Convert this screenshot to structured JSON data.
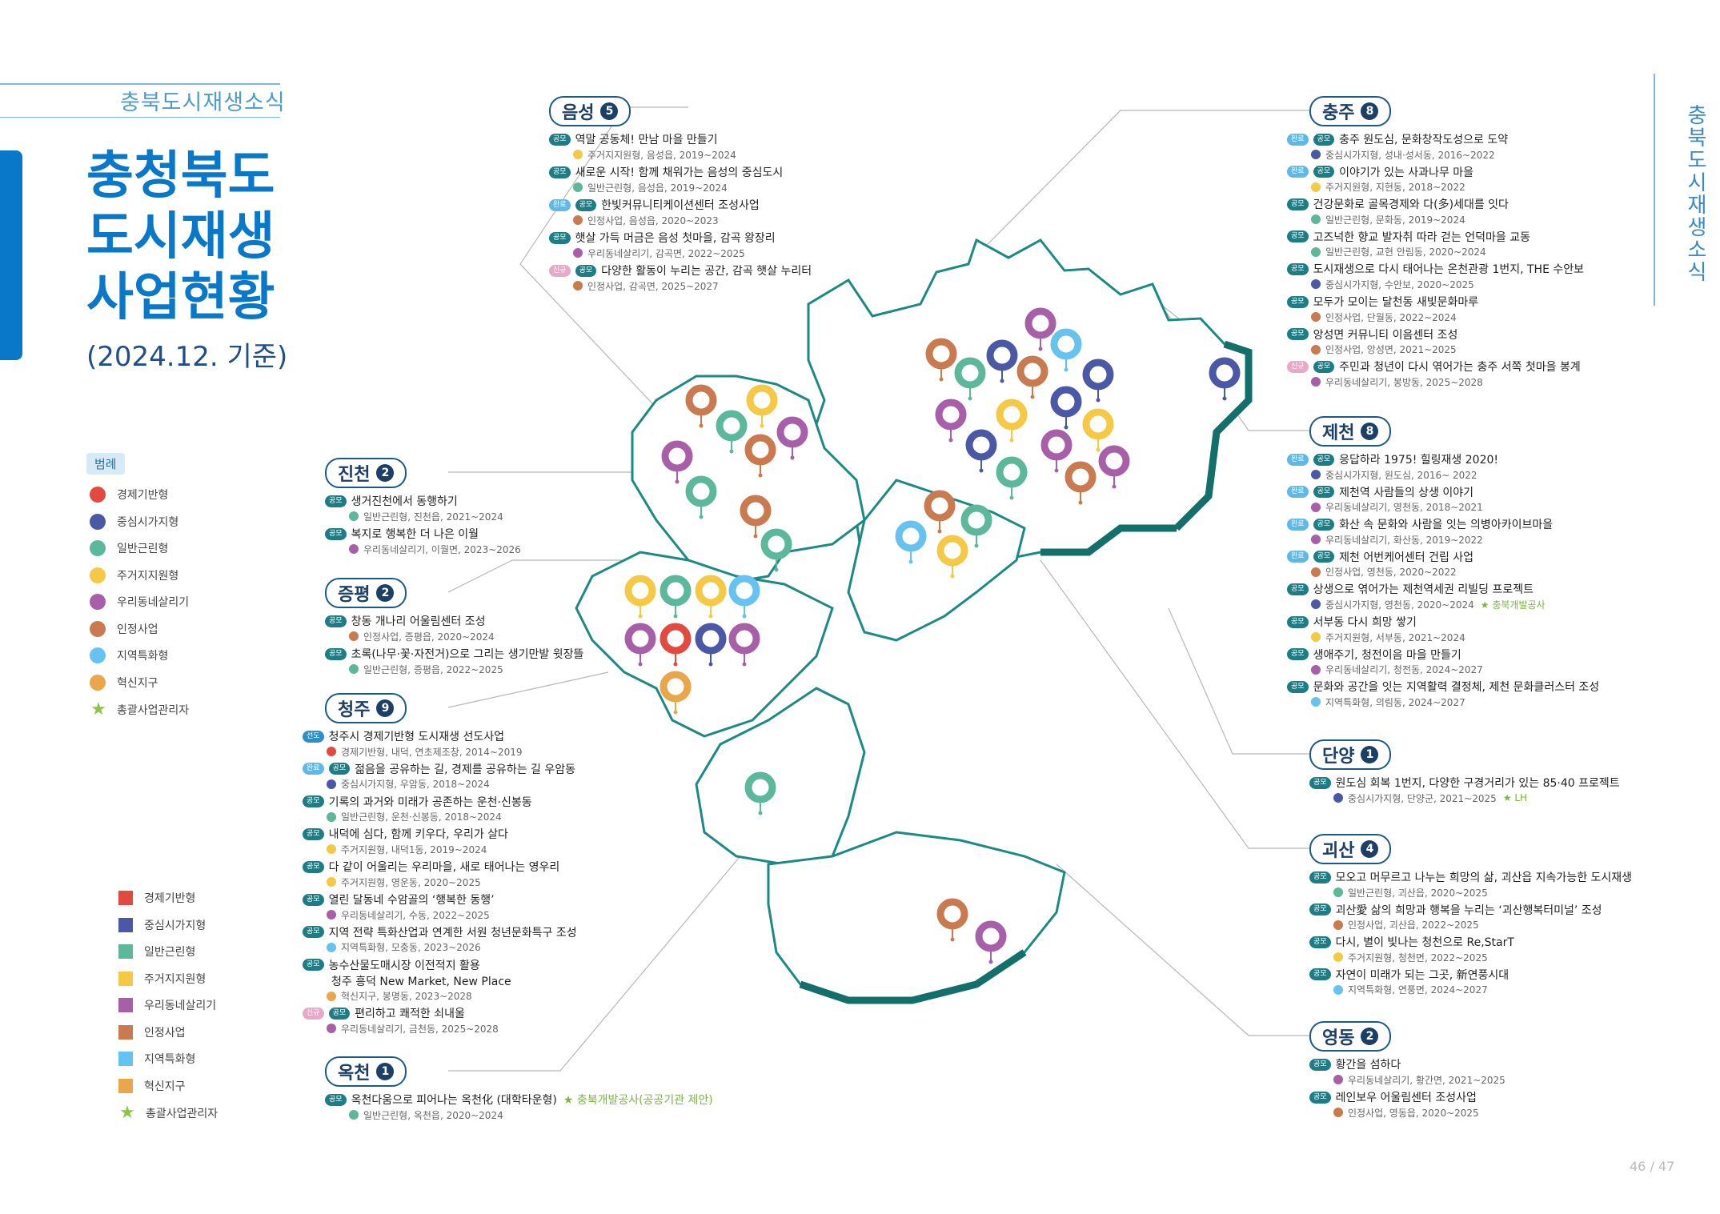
{
  "header": {
    "section": "충북도시재생소식",
    "title_lines": [
      "충청북도",
      "도시재생",
      "사업현황"
    ],
    "subtitle": "(2024.12. 기준)",
    "vertical_title": "충북도시재생소식",
    "page_number": "46  /  47"
  },
  "colors": {
    "economic": "#e04a3f",
    "central": "#4a58a6",
    "general": "#5bb89a",
    "residential": "#f5c945",
    "neighborhood": "#a760a8",
    "certified": "#c97a4e",
    "regional": "#66c2ee",
    "innovation": "#eaa64b",
    "star": "#8cc63f"
  },
  "legend_top": {
    "heading": "범례",
    "items": [
      {
        "label": "경제기반형",
        "color": "#e04a3f"
      },
      {
        "label": "중심시가지형",
        "color": "#4a58a6"
      },
      {
        "label": "일반근린형",
        "color": "#5bb89a"
      },
      {
        "label": "주거지지원형",
        "color": "#f5c945"
      },
      {
        "label": "우리동네살리기",
        "color": "#a760a8"
      },
      {
        "label": "인정사업",
        "color": "#c97a4e"
      },
      {
        "label": "지역특화형",
        "color": "#66c2ee"
      },
      {
        "label": "혁신지구",
        "color": "#eaa64b"
      },
      {
        "label": "총괄사업관리자",
        "color": "#8cc63f",
        "star": true
      }
    ]
  },
  "legend_bottom": {
    "items": [
      {
        "label": "경제기반형",
        "color": "#e04a3f"
      },
      {
        "label": "중심시가지형",
        "color": "#4a58a6"
      },
      {
        "label": "일반근린형",
        "color": "#5bb89a"
      },
      {
        "label": "주거지지원형",
        "color": "#f5c945"
      },
      {
        "label": "우리동네살리기",
        "color": "#a760a8"
      },
      {
        "label": "인정사업",
        "color": "#c97a4e"
      },
      {
        "label": "지역특화형",
        "color": "#66c2ee"
      },
      {
        "label": "혁신지구",
        "color": "#eaa64b"
      },
      {
        "label": "총괄사업관리자",
        "color": "#8cc63f",
        "star": true
      }
    ]
  },
  "regions": {
    "eumseong": {
      "name": "음성",
      "count": "5",
      "projects": [
        {
          "tags": [
            "공모"
          ],
          "title": "역말 공동체! 만남 마을 만들기",
          "detail": "주거지지원형, 음성읍, 2019~2024",
          "color": "#f5c945"
        },
        {
          "tags": [
            "공모"
          ],
          "title": "새로운 시작! 함께 채워가는 음성의 중심도시",
          "detail": "일반근린형, 음성읍, 2019~2024",
          "color": "#5bb89a"
        },
        {
          "tags": [
            "완료",
            "공모"
          ],
          "title": "한빛커뮤니티케이션센터 조성사업",
          "detail": "인정사업, 음성읍, 2020~2023",
          "color": "#c97a4e"
        },
        {
          "tags": [
            "공모"
          ],
          "title": "햇살 가득 머금은 음성 첫마을, 감곡 왕장리",
          "detail": "우리동네살리기, 감곡면, 2022~2025",
          "color": "#a760a8"
        },
        {
          "tags": [
            "신규",
            "공모"
          ],
          "title": "다양한 활동이 누리는 공간, 감곡 햇살 누리터",
          "detail": "인정사업, 감곡면, 2025~2027",
          "color": "#c97a4e"
        }
      ]
    },
    "jincheon": {
      "name": "진천",
      "count": "2",
      "projects": [
        {
          "tags": [
            "공모"
          ],
          "title": "생거진천에서 동행하기",
          "detail": "일반근린형, 진천읍, 2021~2024",
          "color": "#5bb89a"
        },
        {
          "tags": [
            "공모"
          ],
          "title": "복지로 행복한 더 나은 이월",
          "detail": "우리동네살리기, 이월면, 2023~2026",
          "color": "#a760a8"
        }
      ]
    },
    "jeungpyeong": {
      "name": "증평",
      "count": "2",
      "projects": [
        {
          "tags": [
            "공모"
          ],
          "title": "창동 개나리 어울림센터 조성",
          "detail": "인정사업, 증평읍, 2020~2024",
          "color": "#c97a4e"
        },
        {
          "tags": [
            "공모"
          ],
          "title": "초록(나무·꽃·자전거)으로 그리는 생기만발 윗장뜰",
          "detail": "일반근린형, 증평읍, 2022~2025",
          "color": "#5bb89a"
        }
      ]
    },
    "cheongju": {
      "name": "청주",
      "count": "9",
      "projects": [
        {
          "tags": [
            "선도"
          ],
          "title": "청주시 경제기반형 도시재생 선도사업",
          "detail": "경제기반형, 내덕, 연초제조창, 2014~2019",
          "color": "#e04a3f"
        },
        {
          "tags": [
            "완료",
            "공모"
          ],
          "title": "젊음을 공유하는 길, 경제를 공유하는 길 우암동",
          "detail": "중심시가지형, 우암동, 2018~2024",
          "color": "#4a58a6"
        },
        {
          "tags": [
            "공모"
          ],
          "title": "기록의 과거와 미래가 공존하는 운천·신봉동",
          "detail": "일반근린형, 운천·신봉동, 2018~2024",
          "color": "#5bb89a"
        },
        {
          "tags": [
            "공모"
          ],
          "title": "내덕에 심다, 함께 키우다, 우리가 살다",
          "detail": "주거지원형, 내덕1동, 2019~2024",
          "color": "#f5c945"
        },
        {
          "tags": [
            "공모"
          ],
          "title": "다 같이 어울리는 우리마을, 새로 태어나는 영우리",
          "detail": "주거지원형, 영운동, 2020~2025",
          "color": "#f5c945"
        },
        {
          "tags": [
            "공모"
          ],
          "title": "열린 달동네 수암골의 ‘행복한 동행’",
          "detail": "우리동네살리기, 수동, 2022~2025",
          "color": "#a760a8"
        },
        {
          "tags": [
            "공모"
          ],
          "title": "지역 전략 특화산업과 연계한 서원 청년문화특구 조성",
          "detail": "지역특화형, 모충동, 2023~2026",
          "color": "#66c2ee"
        },
        {
          "tags": [
            "공모"
          ],
          "title": "농수산물도매시장 이전적지 활용",
          "title2": "청주 흥덕 New Market, New Place",
          "detail": "혁신지구, 봉명동, 2023~2028",
          "color": "#eaa64b"
        },
        {
          "tags": [
            "신규",
            "공모"
          ],
          "title": "편리하고 쾌적한 쇠내울",
          "detail": "우리동네살리기, 금천동, 2025~2028",
          "color": "#a760a8"
        }
      ]
    },
    "okcheon": {
      "name": "옥천",
      "count": "1",
      "projects": [
        {
          "tags": [
            "공모"
          ],
          "title": "옥천다움으로 피어나는 옥천化 (대학타운형)",
          "note": "충북개발공사(공공기관 제안)",
          "detail": "일반근린형, 옥천읍, 2020~2024",
          "color": "#5bb89a"
        }
      ]
    },
    "chungju": {
      "name": "충주",
      "count": "8",
      "projects": [
        {
          "tags": [
            "완료",
            "공모"
          ],
          "title": "충주 원도심, 문화창작도성으로 도약",
          "detail": "중심시가지형, 성내·성서동, 2016~2022",
          "color": "#4a58a6"
        },
        {
          "tags": [
            "완료",
            "공모"
          ],
          "title": "이야기가 있는 사과나무 마을",
          "detail": "주거지원형, 지현동, 2018~2022",
          "color": "#f5c945"
        },
        {
          "tags": [
            "공모"
          ],
          "title": "건강문화로 골목경제와 다(多)세대를 잇다",
          "detail": "일반근린형, 문화동, 2019~2024",
          "color": "#5bb89a"
        },
        {
          "tags": [
            "공모"
          ],
          "title": "고즈넉한 향교 발자취 따라 걷는 언덕마을 교동",
          "detail": "일반근린형, 교현 안림동, 2020~2024",
          "color": "#5bb89a"
        },
        {
          "tags": [
            "공모"
          ],
          "title": "도시재생으로 다시 태어나는 온천관광 1번지, THE 수안보",
          "detail": "중심시가지형, 수안보, 2020~2025",
          "color": "#4a58a6"
        },
        {
          "tags": [
            "공모"
          ],
          "title": "모두가 모이는 달천동 새빛문화마루",
          "detail": "인정사업, 단월동, 2022~2024",
          "color": "#c97a4e"
        },
        {
          "tags": [
            "공모"
          ],
          "title": "앙성면 커뮤니티 이음센터 조성",
          "detail": "인정사업, 앙성면, 2021~2025",
          "color": "#c97a4e"
        },
        {
          "tags": [
            "신규",
            "공모"
          ],
          "title": "주민과 청년이 다시 엮어가는 충주 서쪽 첫마을 봉계",
          "detail": "우리동네살리기, 봉방동, 2025~2028",
          "color": "#a760a8"
        }
      ]
    },
    "jecheon": {
      "name": "제천",
      "count": "8",
      "projects": [
        {
          "tags": [
            "완료",
            "공모"
          ],
          "title": "응답하라 1975! 힐링재생 2020!",
          "detail": "중심시가지형, 원도심, 2016~ 2022",
          "color": "#4a58a6"
        },
        {
          "tags": [
            "완료",
            "공모"
          ],
          "title": "제천역 사람들의 상생 이야기",
          "detail": "우리동네살리기, 영천동, 2018~2021",
          "color": "#a760a8"
        },
        {
          "tags": [
            "완료",
            "공모"
          ],
          "title": "화산 속 문화와 사람을 잇는 의병아카이브마을",
          "detail": "우리동네살리기, 화산동, 2019~2022",
          "color": "#a760a8"
        },
        {
          "tags": [
            "완료",
            "공모"
          ],
          "title": "제천 어번케어센터 건립 사업",
          "detail": "인정사업, 영천동, 2020~2022",
          "color": "#c97a4e"
        },
        {
          "tags": [
            "공모"
          ],
          "title": "상생으로 엮어가는 제천역세권 리빌딩 프로젝트",
          "note": "충북개발공사",
          "detail": "중심시가지형, 영천동, 2020~2024",
          "color": "#4a58a6"
        },
        {
          "tags": [
            "공모"
          ],
          "title": "서부동 다시 희망 쌓기",
          "detail": "주거지원형, 서부동, 2021~2024",
          "color": "#f5c945"
        },
        {
          "tags": [
            "공모"
          ],
          "title": "생애주기, 청전이음 마을 만들기",
          "detail": "우리동네살리기, 청전동, 2024~2027",
          "color": "#a760a8"
        },
        {
          "tags": [
            "공모"
          ],
          "title": "문화와 공간을 잇는 지역활력 결정체, 제천 문화클러스터 조성",
          "detail": "지역특화형, 의림동, 2024~2027",
          "color": "#66c2ee"
        }
      ]
    },
    "danyang": {
      "name": "단양",
      "count": "1",
      "projects": [
        {
          "tags": [
            "공모"
          ],
          "title": "원도심 회복 1번지, 다양한 구경거리가 있는 85·40 프로젝트",
          "note": "LH",
          "detail": "중심시가지형, 단양군, 2021~2025",
          "color": "#4a58a6"
        }
      ]
    },
    "goesan": {
      "name": "괴산",
      "count": "4",
      "projects": [
        {
          "tags": [
            "공모"
          ],
          "title": "모오고 머무르고 나누는 희망의 삶, 괴산읍 지속가능한 도시재생",
          "detail": "일반근린형, 괴산읍, 2020~2025",
          "color": "#5bb89a"
        },
        {
          "tags": [
            "공모"
          ],
          "title": "괴산愛 삶의 희망과 행복을 누리는 ‘괴산행복터미널’ 조성",
          "detail": "인정사업, 괴산읍, 2022~2025",
          "color": "#c97a4e"
        },
        {
          "tags": [
            "공모"
          ],
          "title": "다시, 별이 빛나는 청천으로 Re,StarT",
          "detail": "주거지원형, 청천면, 2022~2025",
          "color": "#f5c945"
        },
        {
          "tags": [
            "공모"
          ],
          "title": "자연이 미래가 되는 그곳, 新연풍시대",
          "detail": "지역특화형, 연풍면, 2024~2027",
          "color": "#66c2ee"
        }
      ]
    },
    "yeongdong": {
      "name": "영동",
      "count": "2",
      "projects": [
        {
          "tags": [
            "공모"
          ],
          "title": "황간을 섬하다",
          "detail": "우리동네살리기, 황간면, 2021~2025",
          "color": "#a760a8"
        },
        {
          "tags": [
            "공모"
          ],
          "title": "레인보우 어울림센터 조성사업",
          "detail": "인정사업, 영동읍, 2020~2025",
          "color": "#c97a4e"
        }
      ]
    }
  },
  "markers": [
    {
      "region": "eumseong",
      "color": "#c97a4e"
    },
    {
      "region": "eumseong",
      "color": "#f5c945"
    },
    {
      "region": "eumseong",
      "color": "#5bb89a"
    },
    {
      "region": "eumseong",
      "color": "#a760a8"
    },
    {
      "region": "eumseong",
      "color": "#c97a4e"
    },
    {
      "region": "jincheon",
      "color": "#a760a8"
    },
    {
      "region": "jincheon",
      "color": "#5bb89a"
    },
    {
      "region": "jeungpyeong",
      "color": "#c97a4e"
    },
    {
      "region": "jeungpyeong",
      "color": "#5bb89a"
    },
    {
      "region": "chungju",
      "color": "#a760a8"
    },
    {
      "region": "chungju",
      "color": "#c97a4e"
    },
    {
      "region": "chungju",
      "color": "#5bb89a"
    },
    {
      "region": "chungju",
      "color": "#4a58a6"
    },
    {
      "region": "chungju",
      "color": "#66c2ee"
    },
    {
      "region": "chungju",
      "color": "#c97a4e"
    },
    {
      "region": "chungju",
      "color": "#4a58a6"
    },
    {
      "region": "chungju",
      "color": "#a760a8"
    },
    {
      "region": "chungju",
      "color": "#f5c945"
    },
    {
      "region": "chungju",
      "color": "#4a58a6"
    },
    {
      "region": "chungju",
      "color": "#f5c945"
    },
    {
      "region": "chungju",
      "color": "#4a58a6"
    },
    {
      "region": "jecheon",
      "color": "#4a58a6"
    },
    {
      "region": "jecheon",
      "color": "#5bb89a"
    },
    {
      "region": "jecheon",
      "color": "#a760a8"
    },
    {
      "region": "jecheon",
      "color": "#c97a4e"
    },
    {
      "region": "jecheon",
      "color": "#a760a8"
    },
    {
      "region": "goesan",
      "color": "#c97a4e"
    },
    {
      "region": "goesan",
      "color": "#5bb89a"
    },
    {
      "region": "goesan",
      "color": "#66c2ee"
    },
    {
      "region": "goesan",
      "color": "#f5c945"
    },
    {
      "region": "cheongju",
      "color": "#f5c945"
    },
    {
      "region": "cheongju",
      "color": "#5bb89a"
    },
    {
      "region": "cheongju",
      "color": "#f5c945"
    },
    {
      "region": "cheongju",
      "color": "#66c2ee"
    },
    {
      "region": "cheongju",
      "color": "#a760a8"
    },
    {
      "region": "cheongju",
      "color": "#e04a3f"
    },
    {
      "region": "cheongju",
      "color": "#4a58a6"
    },
    {
      "region": "cheongju",
      "color": "#a760a8"
    },
    {
      "region": "cheongju",
      "color": "#eaa64b"
    },
    {
      "region": "okcheon",
      "color": "#5bb89a"
    },
    {
      "region": "yeongdong",
      "color": "#c97a4e"
    },
    {
      "region": "yeongdong",
      "color": "#a760a8"
    }
  ]
}
